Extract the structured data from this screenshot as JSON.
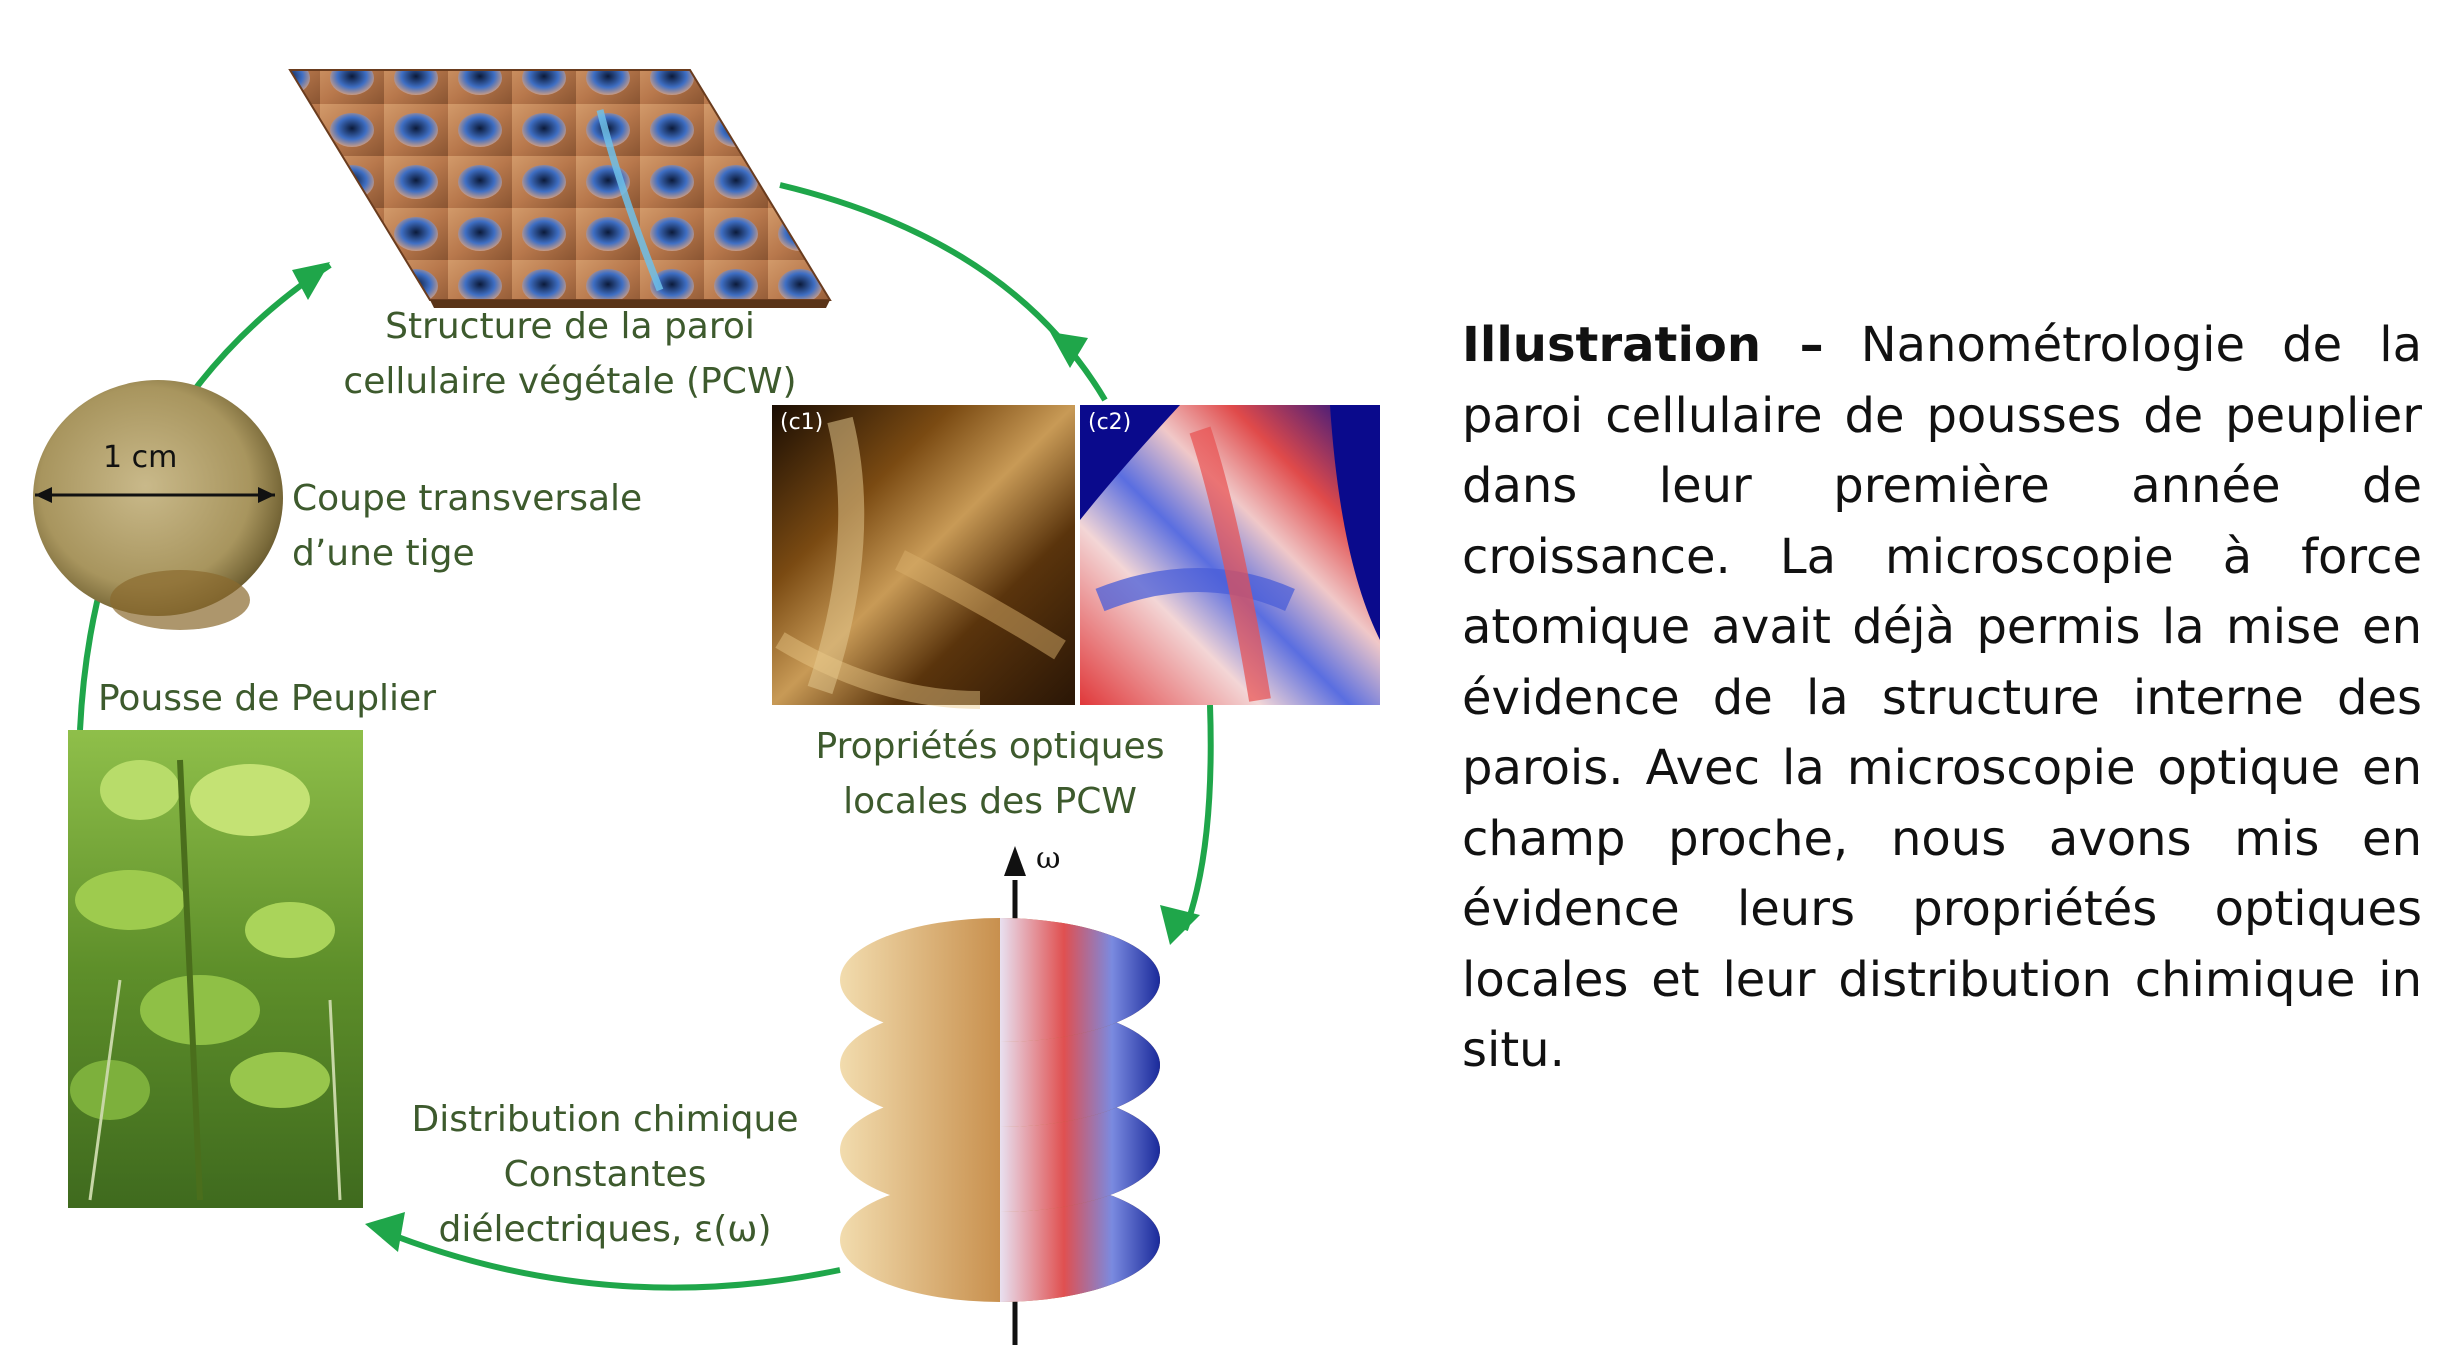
{
  "figure": {
    "labels": {
      "structure_line1": "Structure de la paroi",
      "structure_line2": "cellulaire végétale (PCW)",
      "coupe_line1": "Coupe transversale",
      "coupe_line2": "d’une tige",
      "scale_label": "1 cm",
      "pousse": "Pousse de Peuplier",
      "optique_line1": "Propriétés optiques",
      "optique_line2": "locales des PCW",
      "panel_c1": "(c1)",
      "panel_c2": "(c2)",
      "omega": "ω",
      "chimique_line1": "Distribution chimique",
      "chimique_line2": "Constantes",
      "chimique_line3": "diélectriques, ε(ω)"
    },
    "colors": {
      "cycle_arrow": "#1fa64a",
      "label_text": "#3d5a2d",
      "afm_copper": "#c4875a",
      "afm_blue": "#4a78c8",
      "snom_brown": "#7a4a12",
      "snom_navy": "#0a0a8c",
      "snom_red": "#e0383a"
    }
  },
  "caption": {
    "title": "Illustration –",
    "body": "Nanométrologie de la paroi cellulaire de pousses de peuplier dans leur première année de croissance. La microscopie à force atomique avait déjà permis la mise en évidence de la structure interne des parois. Avec la microscopie optique en champ proche, nous avons mis en évidence leurs propriétés optiques locales et leur distribution chimique in situ."
  }
}
